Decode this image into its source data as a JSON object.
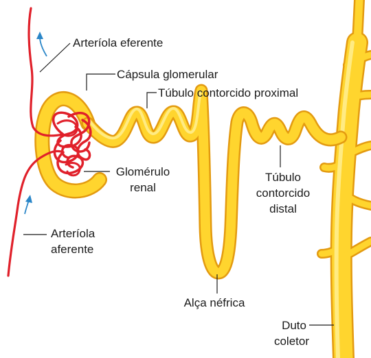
{
  "labels": {
    "efferent_arteriole": "Arteríola eferente",
    "glomerular_capsule": "Cápsula glomerular",
    "proximal_tubule": "Túbulo contorcido proximal",
    "glomerulus_line1": "Glomérulo",
    "glomerulus_line2": "renal",
    "distal_line1": "Túbulo",
    "distal_line2": "contorcido",
    "distal_line3": "distal",
    "afferent_line1": "Arteríola",
    "afferent_line2": "aferente",
    "loop": "Alça néfrica",
    "duct_line1": "Duto",
    "duct_line2": "coletor"
  },
  "colors": {
    "tubule_fill": "#ffd52e",
    "tubule_outline": "#e39a10",
    "vessel": "#e0202a",
    "flow_arrow": "#2a86c8",
    "text": "#1a1a1a"
  }
}
